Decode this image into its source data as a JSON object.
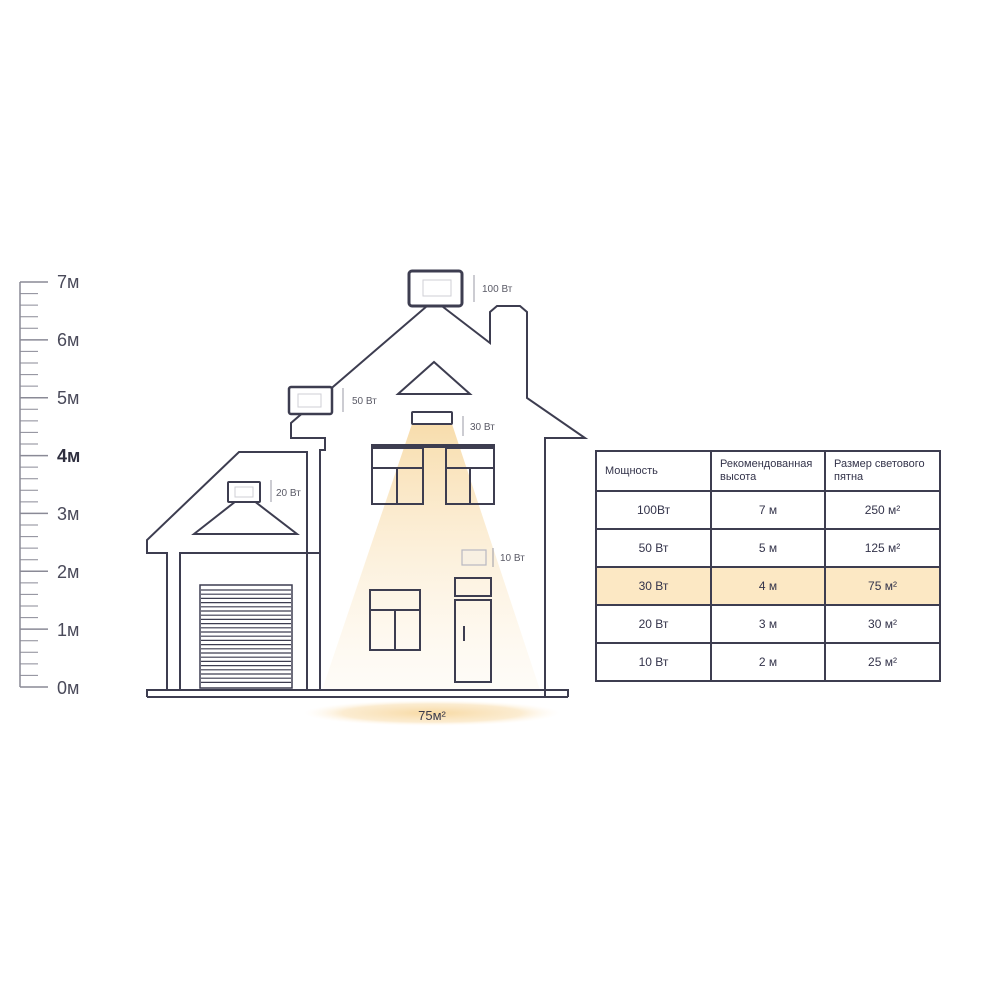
{
  "scale": {
    "labels": [
      "0м",
      "1м",
      "2м",
      "3м",
      "4м",
      "5м",
      "6м",
      "7м"
    ],
    "highlight_label": "4м"
  },
  "fixtures": [
    {
      "power_label": "100 Вт"
    },
    {
      "power_label": "50 Вт"
    },
    {
      "power_label": "30 Вт"
    },
    {
      "power_label": "20 Вт"
    },
    {
      "power_label": "10 Вт"
    }
  ],
  "light_spot": {
    "area_label": "75м²",
    "area_m2": 75,
    "height_m": 4
  },
  "table": {
    "headers": [
      "Мощность",
      "Рекомендованная высота",
      "Размер светового пятна"
    ],
    "highlight_row": 2,
    "rows": [
      [
        "100Вт",
        "7 м",
        "250 м²"
      ],
      [
        "50 Вт",
        "5 м",
        "125 м²"
      ],
      [
        "30 Вт",
        "4 м",
        "75 м²"
      ],
      [
        "20 Вт",
        "3 м",
        "30 м²"
      ],
      [
        "10 Вт",
        "2 м",
        "25 м²"
      ]
    ]
  },
  "colors": {
    "line": "#3d3d50",
    "beam": "#f7d9a3",
    "highlight": "#fce8c4",
    "ruler": "#8a8a96"
  }
}
